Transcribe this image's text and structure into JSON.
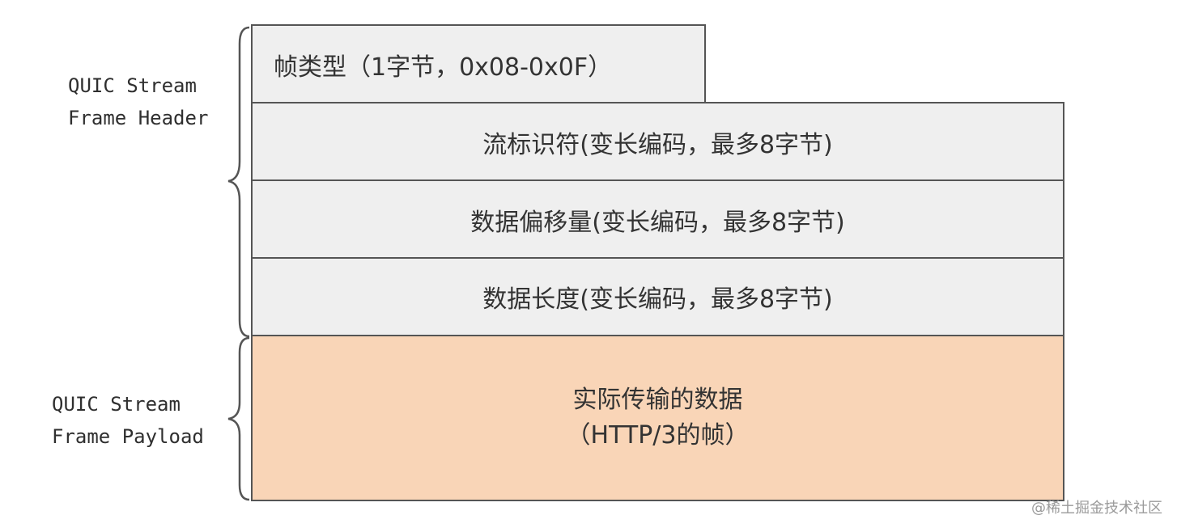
{
  "diagram": {
    "header_label_line1": "QUIC Stream",
    "header_label_line2": "Frame Header",
    "payload_label_line1": "QUIC Stream",
    "payload_label_line2": "Frame Payload",
    "fields": {
      "frame_type": "帧类型（1字节，0x08-0x0F）",
      "stream_id": "流标识符(变长编码，最多8字节)",
      "offset": "数据偏移量(变长编码，最多8字节)",
      "length": "数据长度(变长编码，最多8字节)",
      "payload_line1": "实际传输的数据",
      "payload_line2": "（HTTP/3的帧）"
    },
    "colors": {
      "field_fill": "#efefef",
      "payload_fill": "#f9d5b7",
      "border": "#555555"
    }
  },
  "watermark": "@稀土掘金技术社区"
}
